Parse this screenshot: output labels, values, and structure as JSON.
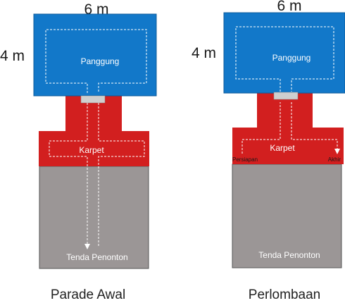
{
  "colors": {
    "stage": "#1278c9",
    "carpet": "#d21f1f",
    "audience": "#9b9696",
    "connector": "#cfcfcf",
    "path": "#ffffff"
  },
  "left": {
    "width_label": "6 m",
    "height_label": "4 m",
    "stage_label": "Panggung",
    "carpet_label": "Karpet",
    "audience_label": "Tenda Penonton",
    "caption": "Parade Awal"
  },
  "right": {
    "width_label": "6 m",
    "height_label": "4 m",
    "stage_label": "Panggung",
    "carpet_label": "Karpet",
    "start_label": "Persiapan",
    "end_label": "Akhir",
    "audience_label": "Tenda Penonton",
    "caption": "Perlombaan"
  }
}
